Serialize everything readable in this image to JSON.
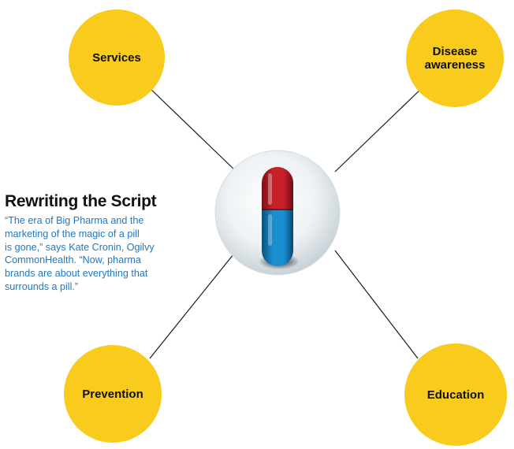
{
  "colors": {
    "node_fill": "#f8cb1c",
    "connector": "#1a1a1a",
    "quote_text": "#1f78c1",
    "pill_red": "#c8202a",
    "pill_blue": "#1a8fd0"
  },
  "nodes": {
    "services": "Services",
    "disease_awareness": "Disease awareness",
    "prevention": "Prevention",
    "education": "Education"
  },
  "center": {
    "icon": "capsule-pill-icon"
  },
  "caption": {
    "title": "Rewriting the Script",
    "quote_lines": [
      "“The era of Big Pharma and the",
      "marketing of the magic of a pill",
      "is gone,” says Kate Cronin, Ogilvy",
      "CommonHealth. “Now, pharma",
      "brands are about everything that",
      "surrounds a pill.”"
    ]
  }
}
